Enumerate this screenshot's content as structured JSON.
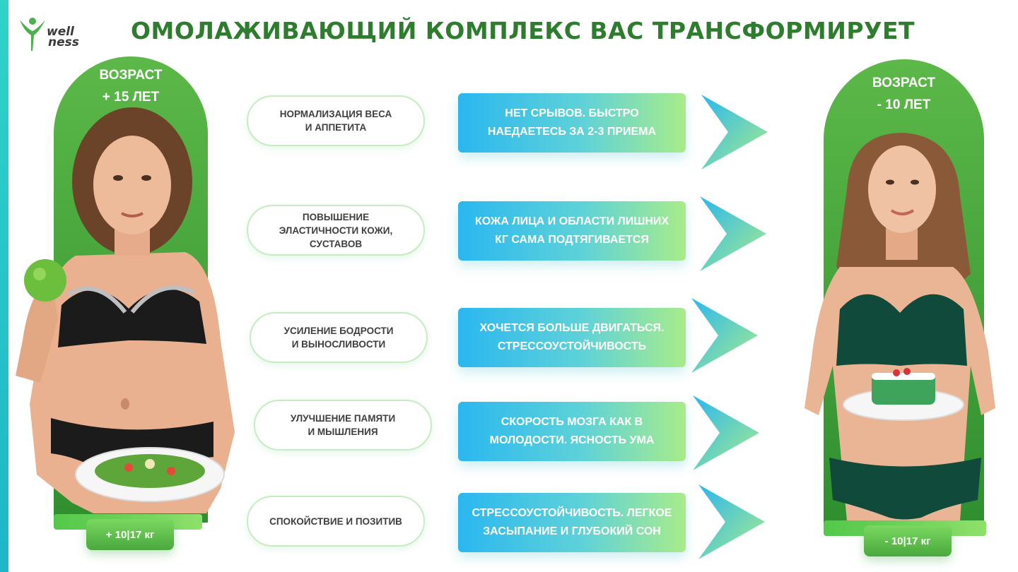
{
  "logo": {
    "text_line1": "well",
    "text_line2": "ness"
  },
  "title": "ОМОЛАЖИВАЮЩИЙ КОМПЛЕКС ВАС ТРАНСФОРМИРУЕТ",
  "left": {
    "age_line1": "ВОЗРАСТ",
    "age_line2": "+ 15 ЛЕТ",
    "weight": "+ 10|17 кг"
  },
  "right": {
    "age_line1": "ВОЗРАСТ",
    "age_line2": "- 10 ЛЕТ",
    "weight": "- 10|17 кг"
  },
  "benefits": [
    {
      "label_l1": "НОРМАЛИЗАЦИЯ ВЕСА",
      "label_l2": "И АППЕТИТА",
      "label_l3": "",
      "result_l1": "НЕТ СРЫВОВ. БЫСТРО",
      "result_l2": "НАЕДАЕТЕСЬ ЗА 2-3 ПРИЕМА"
    },
    {
      "label_l1": "ПОВЫШЕНИЕ",
      "label_l2": "ЭЛАСТИЧНОСТИ КОЖИ,",
      "label_l3": "СУСТАВОВ",
      "result_l1": "КОЖА ЛИЦА И ОБЛАСТИ ЛИШНИХ",
      "result_l2": "КГ САМА ПОДТЯГИВАЕТСЯ"
    },
    {
      "label_l1": "УСИЛЕНИЕ БОДРОСТИ",
      "label_l2": "И ВЫНОСЛИВОСТИ",
      "label_l3": "",
      "result_l1": "ХОЧЕТСЯ БОЛЬШЕ ДВИГАТЬСЯ.",
      "result_l2": "СТРЕССОУСТОЙЧИВОСТЬ"
    },
    {
      "label_l1": "УЛУЧШЕНИЕ ПАМЯТИ",
      "label_l2": "И МЫШЛЕНИЯ",
      "label_l3": "",
      "result_l1": "СКОРОСТЬ МОЗГА КАК В",
      "result_l2": "МОЛОДОСТИ. ЯСНОСТЬ УМА"
    },
    {
      "label_l1": "СПОКОЙСТВИЕ И ПОЗИТИВ",
      "label_l2": "",
      "label_l3": "",
      "result_l1": "СТРЕССОУСТОЙЧИВОСТЬ. ЛЕГКОЕ",
      "result_l2": "ЗАСЫПАНИЕ И ГЛУБОКИЙ СОН"
    }
  ],
  "colors": {
    "title": "#2e7d2e",
    "arch_green": "#3f9e3a",
    "result_gradient_start": "#2ab7f0",
    "result_gradient_end": "#a8ec8a",
    "oval_border": "#c7ecc0"
  },
  "icons": {
    "logo": "leaf-person-icon",
    "arrow": "chevron-right-icon",
    "left_photo": "woman-before-photo",
    "right_photo": "woman-after-photo"
  }
}
